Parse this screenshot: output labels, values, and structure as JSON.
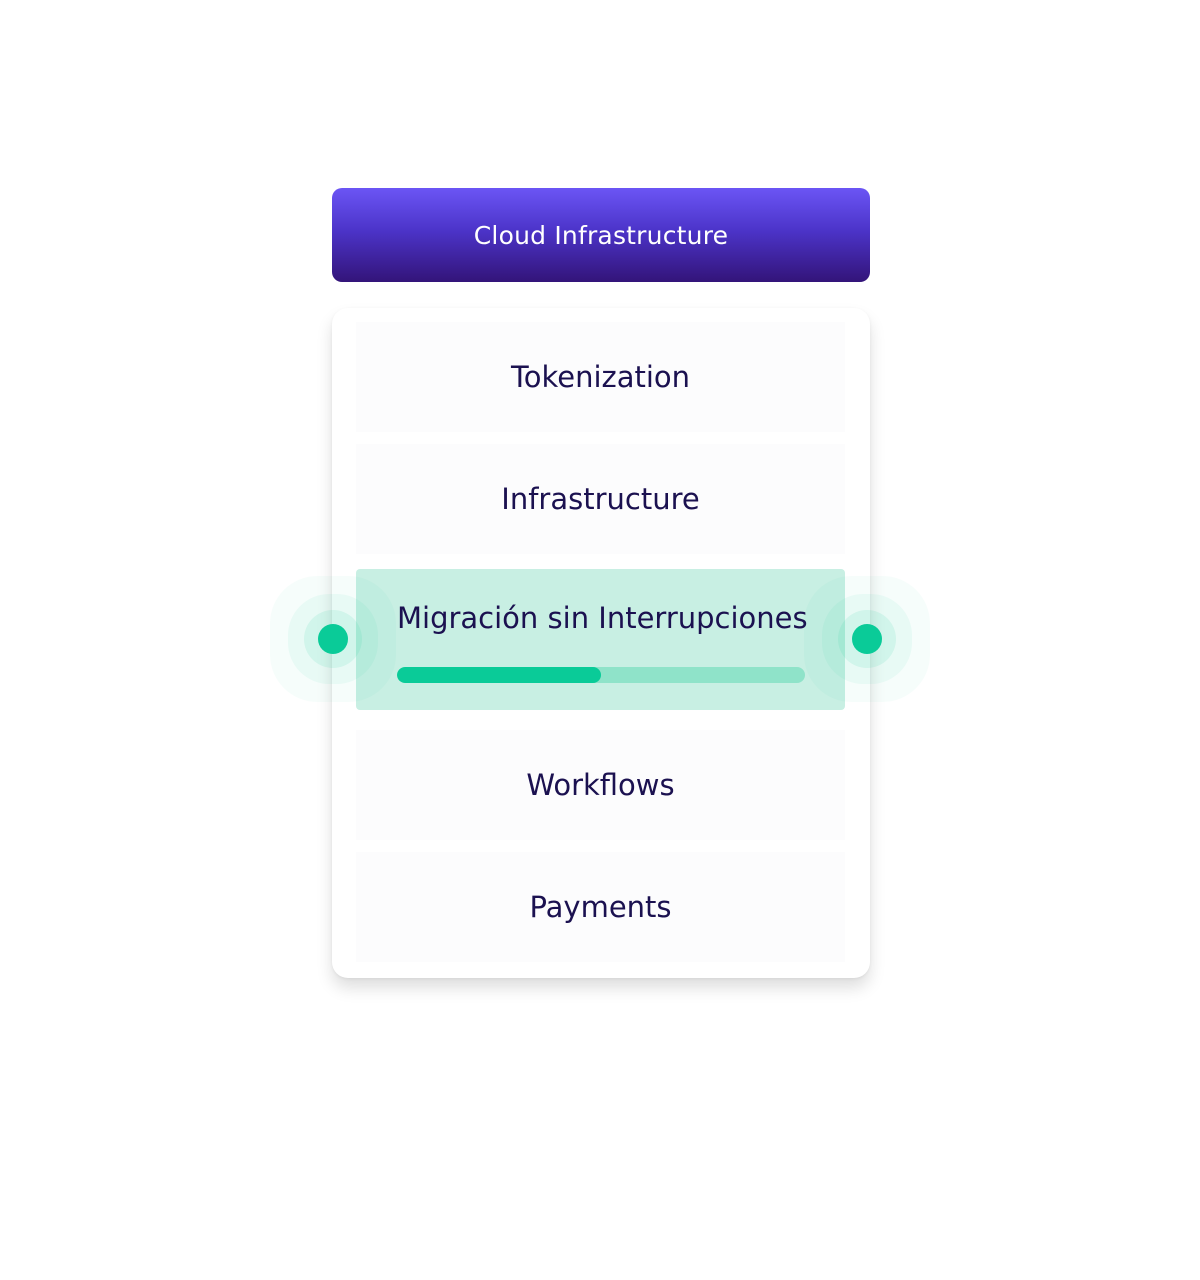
{
  "header": {
    "title": "Cloud Infrastructure",
    "gradient_top": "#6b55f5",
    "gradient_bottom": "#331479"
  },
  "menu": {
    "items": [
      {
        "label": "Tokenization"
      },
      {
        "label": "Infrastructure"
      },
      {
        "label": "Migración sin  Interrupciones",
        "active": true,
        "progress_percent": 50
      },
      {
        "label": "Workflows"
      },
      {
        "label": "Payments"
      }
    ]
  },
  "colors": {
    "accent": "#0acb98",
    "active_background": "#c8efe3",
    "text": "#1b1150"
  },
  "icons": {
    "left_indicator": "status-dot-icon",
    "right_indicator": "status-dot-icon"
  }
}
